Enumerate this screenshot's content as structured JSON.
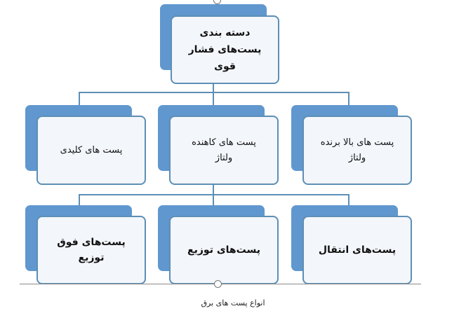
{
  "root": {
    "line1": "دسته بندی",
    "line2": "پست‌های فشار قوی"
  },
  "level1": [
    {
      "line1": "پست های بالا برنده",
      "line2": "ولتاژ"
    },
    {
      "line1": "پست های کاهنده",
      "line2": "ولتاژ"
    },
    {
      "line1": "پست های کلیدی",
      "line2": ""
    }
  ],
  "level2": [
    {
      "label": "پست‌های انتقال"
    },
    {
      "label": "پست‌های توزیع"
    },
    {
      "label": "پست‌های فوق توزیع"
    }
  ],
  "caption": "انواع پست های برق",
  "colors": {
    "accent": "#6097cf",
    "border": "#5d8fb5",
    "card": "#f3f6fb"
  }
}
